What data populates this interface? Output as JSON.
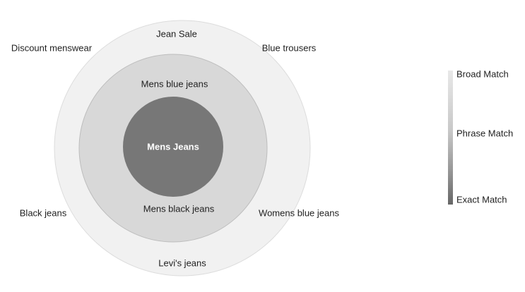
{
  "colors": {
    "outer_ring": "#f1f1f1",
    "outer_stroke": "#dcdcdc",
    "middle_ring": "#d8d8d8",
    "middle_stroke": "#bdbdbd",
    "inner_circle": "#777777"
  },
  "rings": {
    "broad": {
      "items": [
        "Jean Sale",
        "Discount menswear",
        "Blue trousers",
        "Black jeans",
        "Womens blue jeans",
        "Levi's jeans"
      ]
    },
    "phrase": {
      "items": [
        "Mens blue jeans",
        "Mens black jeans"
      ]
    },
    "exact": {
      "items": [
        "Mens Jeans"
      ]
    }
  },
  "legend": {
    "top": "Broad Match",
    "middle": "Phrase Match",
    "bottom": "Exact Match"
  }
}
